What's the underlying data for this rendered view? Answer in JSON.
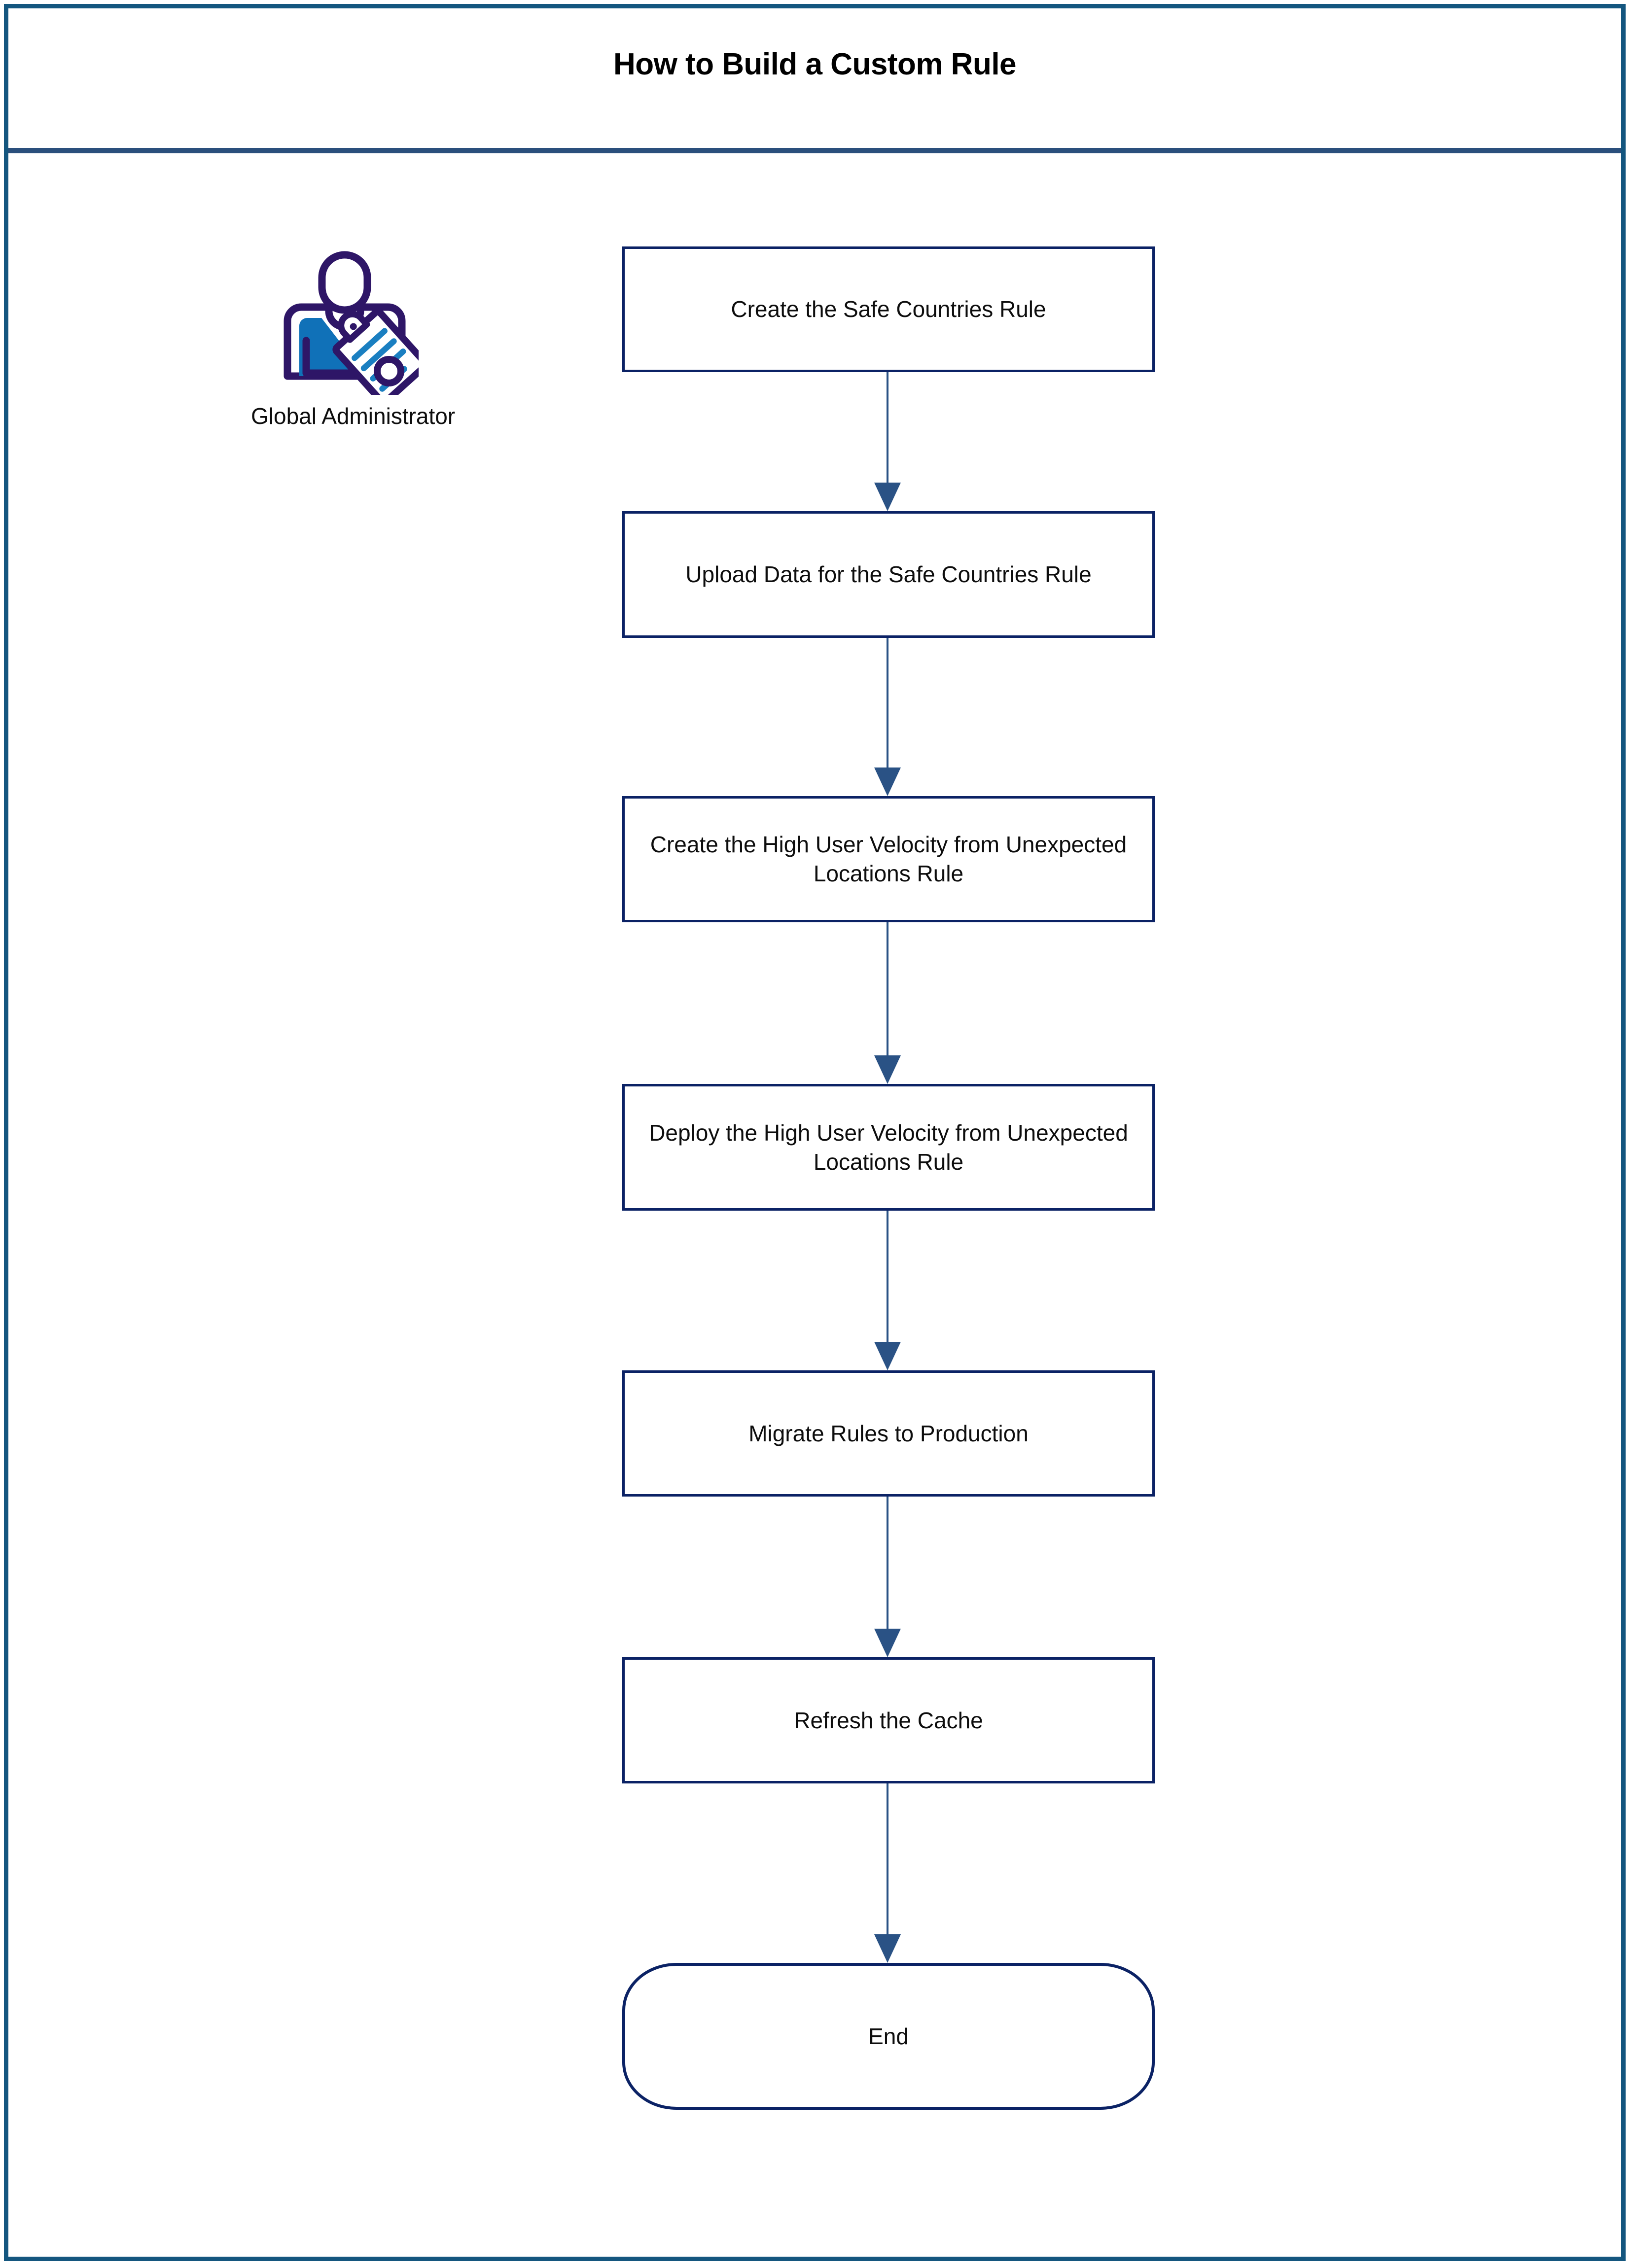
{
  "page": {
    "title": "How to Build a Custom Rule",
    "frame_color": "#14567f",
    "title_rule_color": "#2a4f7c",
    "node_border_color": "#0b2265",
    "connector_color": "#2a5285",
    "background": "#ffffff"
  },
  "actor": {
    "icon": "administrator-with-clipboard-icon",
    "label": "Global Administrator",
    "outline_color": "#2e1667",
    "fill_color": "#1071b8",
    "accent_color": "#1a7fc1"
  },
  "chart_data": {
    "type": "flowchart",
    "title": "How to Build a Custom Rule",
    "orientation": "vertical",
    "lane": "Global Administrator",
    "nodes": [
      {
        "id": "n1",
        "shape": "process",
        "label": "Create the Safe Countries Rule"
      },
      {
        "id": "n2",
        "shape": "process",
        "label": "Upload Data for the Safe Countries Rule"
      },
      {
        "id": "n3",
        "shape": "process",
        "label": "Create the High User Velocity from Unexpected Locations Rule"
      },
      {
        "id": "n4",
        "shape": "process",
        "label": "Deploy the High User Velocity from Unexpected Locations Rule"
      },
      {
        "id": "n5",
        "shape": "process",
        "label": "Migrate Rules to Production"
      },
      {
        "id": "n6",
        "shape": "process",
        "label": "Refresh the Cache"
      },
      {
        "id": "n7",
        "shape": "terminator",
        "label": "End"
      }
    ],
    "edges": [
      {
        "from": "n1",
        "to": "n2",
        "style": "arrow"
      },
      {
        "from": "n2",
        "to": "n3",
        "style": "arrow"
      },
      {
        "from": "n3",
        "to": "n4",
        "style": "arrow"
      },
      {
        "from": "n4",
        "to": "n5",
        "style": "arrow"
      },
      {
        "from": "n5",
        "to": "n6",
        "style": "arrow"
      },
      {
        "from": "n6",
        "to": "n7",
        "style": "arrow"
      }
    ]
  },
  "nodes": {
    "n1": {
      "label": "Create the Safe Countries Rule"
    },
    "n2": {
      "label": "Upload Data for the Safe Countries Rule"
    },
    "n3": {
      "label": "Create the High User Velocity from Unexpected Locations Rule"
    },
    "n4": {
      "label": "Deploy the High User Velocity from Unexpected Locations Rule"
    },
    "n5": {
      "label": "Migrate Rules to Production"
    },
    "n6": {
      "label": "Refresh the Cache"
    },
    "n7": {
      "label": "End"
    }
  }
}
